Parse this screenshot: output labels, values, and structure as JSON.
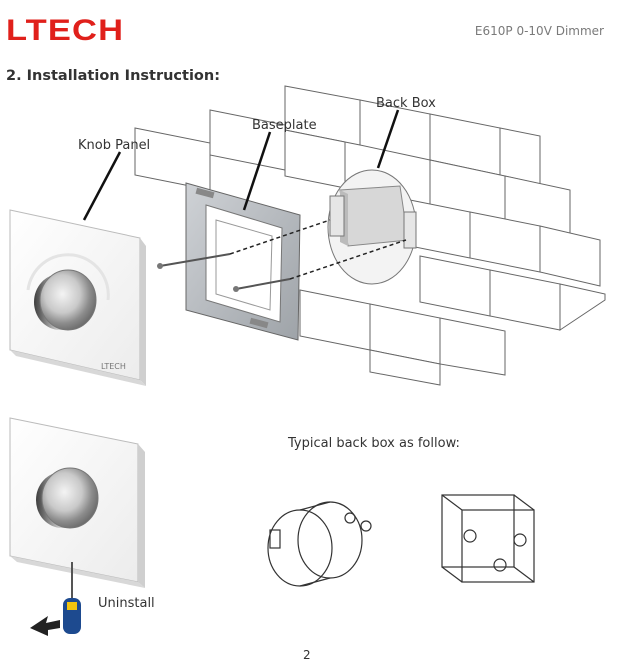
{
  "header": {
    "brand": "LTECH",
    "product": "E610P   0-10V Dimmer"
  },
  "section": {
    "title": "2. Installation Instruction:"
  },
  "diagram": {
    "back_box_label": "Back Box",
    "baseplate_label": "Baseplate",
    "knob_panel_label": "Knob Panel",
    "panel_brand_mark": "LTECH",
    "typical_back_box_caption": "Typical back box as follow:",
    "uninstall_label": "Uninstall"
  },
  "footer": {
    "page_number": "2"
  }
}
